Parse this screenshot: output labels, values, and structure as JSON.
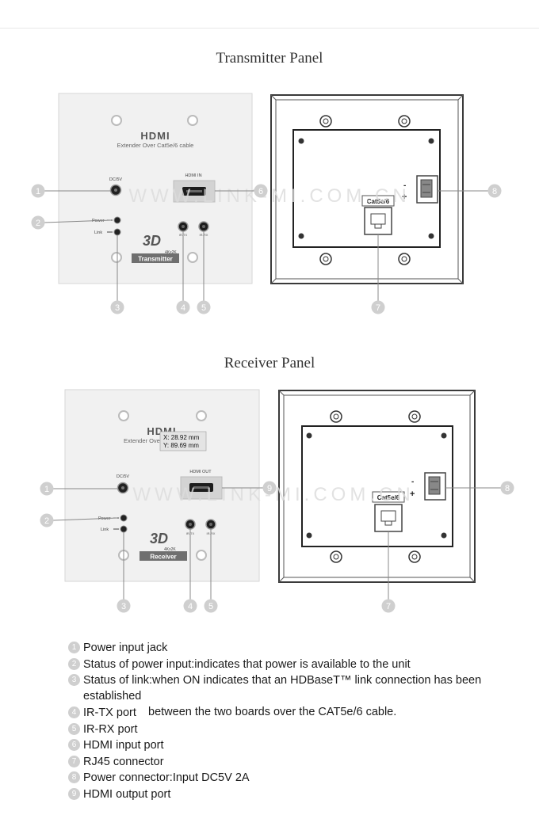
{
  "sections": {
    "transmitter_title": "Transmitter Panel",
    "receiver_title": "Receiver Panel"
  },
  "transmitter": {
    "logo": "HDMI",
    "subtitle": "Extender Over Cat5e/6 cable",
    "dc_label": "DC/5V",
    "hdmi_label": "HDMI IN",
    "power_label": "Power",
    "link_label": "Link",
    "ir_tx": "IR-TX",
    "ir_rx": "IR-RX",
    "badge_3d": "3D",
    "badge_res": "4Kx2K",
    "badge_name": "Transmitter",
    "rj45_label": "Cat5e/6",
    "pole_minus": "-",
    "pole_plus": "+"
  },
  "receiver": {
    "logo": "HDMI",
    "subtitle": "Extender Ove",
    "dc_label": "DC/5V",
    "hdmi_label": "HDMI OUT",
    "power_label": "Power",
    "link_label": "Link",
    "ir_tx": "IR-TX",
    "ir_rx": "IR-RX",
    "badge_3d": "3D",
    "badge_res": "4Kx2K",
    "badge_name": "Receiver",
    "rj45_label": "Cat5e/6",
    "pole_minus": "-",
    "pole_plus": "+",
    "tooltip_x": "X: 28.92 mm",
    "tooltip_y": "Y: 89.69 mm"
  },
  "watermark": "WWW.LINK-MI.COM.CN",
  "callouts": {
    "n1": "1",
    "n2": "2",
    "n3": "3",
    "n4": "4",
    "n5": "5",
    "n6": "6",
    "n7": "7",
    "n8": "8",
    "n9": "9"
  },
  "legend": [
    {
      "num": "1",
      "text": "Power input jack"
    },
    {
      "num": "2",
      "text": "Status of power input:indicates that power is available to the unit"
    },
    {
      "num": "3",
      "text": "Status of link:when ON indicates that an HDBaseT™ link connection has been established",
      "text2": "between the two boards over the CAT5e/6 cable."
    },
    {
      "num": "4",
      "text": "IR-TX port"
    },
    {
      "num": "5",
      "text": "IR-RX port"
    },
    {
      "num": "6",
      "text": "HDMI input port"
    },
    {
      "num": "7",
      "text": "RJ45 connector"
    },
    {
      "num": "8",
      "text": "Power connector:Input DC5V 2A"
    },
    {
      "num": "9",
      "text": "HDMI output port"
    }
  ],
  "colors": {
    "callout": "#cfcfcf",
    "panel_face": "#f1f1f1",
    "frame": "#3a3a3a",
    "badge": "#6f6f6f"
  }
}
